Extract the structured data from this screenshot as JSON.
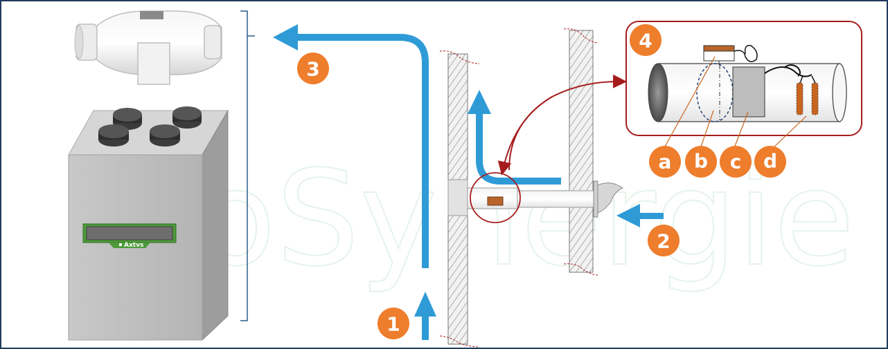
{
  "watermark": "ProSynergie",
  "unit_brand": "Axtvs",
  "badges": {
    "one": "1",
    "two": "2",
    "three": "3",
    "four": "4",
    "a": "a",
    "b": "b",
    "c": "c",
    "d": "d"
  },
  "colors": {
    "airflow": "#2f9bd6",
    "badge": "#ee7d2c",
    "detail_frame": "#a61c1c",
    "wall_hatch": "#9a9a9a",
    "unit_panel": "#4d9a3a",
    "frame_border": "#1f3b5c"
  },
  "icons": {
    "inline_fan": "inline-duct-fan",
    "ventilation_unit": "heat-recovery-unit",
    "exterior_hood": "wall-vent-hood",
    "damper": "motorized-damper"
  }
}
